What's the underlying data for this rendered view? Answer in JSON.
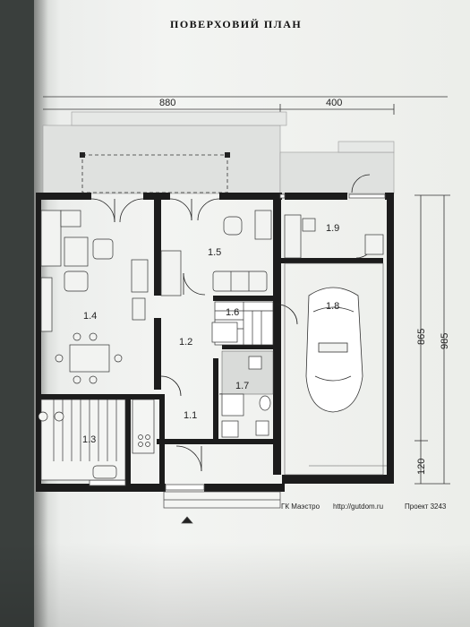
{
  "document": {
    "title": "ПОВЕРХОВИЙ ПЛАН"
  },
  "dimensions": {
    "top_left": "880",
    "top_right": "400",
    "side_upper": "865",
    "side_total": "985",
    "side_lower": "120"
  },
  "rooms": {
    "r1_1": "1.1",
    "r1_2": "1.2",
    "r1_3": "1.3",
    "r1_4": "1.4",
    "r1_5": "1.5",
    "r1_6": "1.6",
    "r1_7": "1.7",
    "r1_8": "1.8",
    "r1_9": "1.9"
  },
  "footer": {
    "company": "ГК Маэстро",
    "url": "http://gutdom.ru",
    "project": "Проект 3243"
  }
}
